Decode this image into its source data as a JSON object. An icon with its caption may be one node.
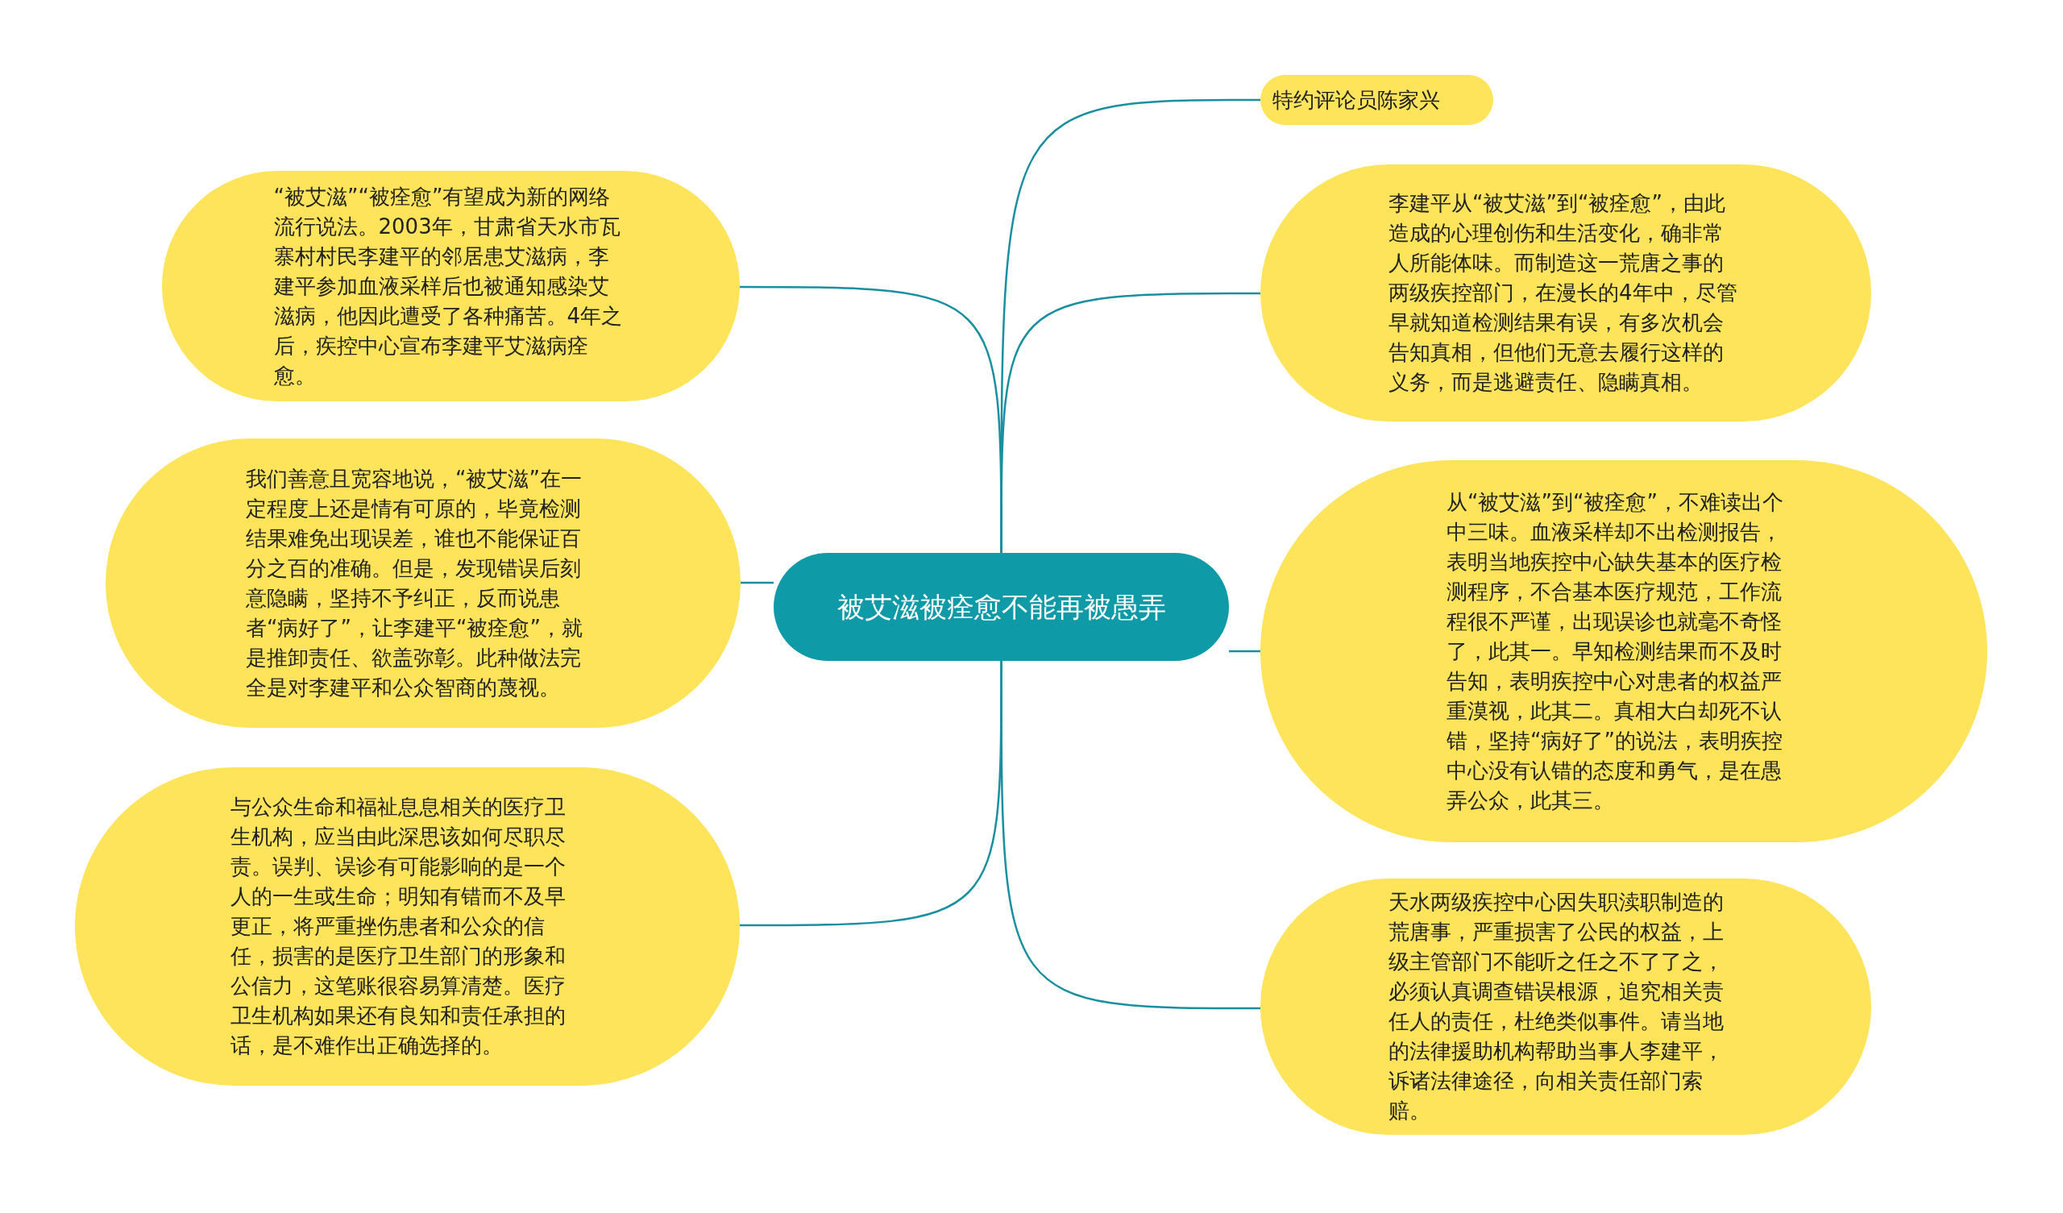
{
  "diagram": {
    "nodes": [
      {
        "text": [
          "被艾滋被痊愈不能再被愚弄"
        ]
      },
      {
        "text": [
          "“被艾滋”“被痊愈”有望成为新的网络流行说法。2003年，甘肃省天水市瓦寨村村民李建平的邻居患艾滋病，李建平参加血液采样后也被通知感染艾滋病，他因此遭受了各种痛苦。4年之后，疾控中心宣布李建平艾滋病痊愈。"
        ]
      },
      {
        "text": [
          "我们善意且宽容地说，“被艾滋”在一定程度上还是情有可原的，毕竟检测结果难免出现误差，谁也不能保证百分之百的准确。但是，发现错误后刻意隐瞒，坚持不予纠正，反而说患者“病好了”，让李建平“被痊愈”，就是推卸责任、欲盖弥彰。此种做法完全是对李建平和公众智商的蔑视。"
        ]
      },
      {
        "text": [
          "与公众生命和福祉息息相关的医疗卫生机构，应当由此深思该如何尽职尽责。误判、误诊有可能影响的是一个人的一生或生命；明知有错而不及早更正，将严重挫伤患者和公众的信任，损害的是医疗卫生部门的形象和公信力，这笔账很容易算清楚。医疗卫生机构如果还有良知和责任承担的话，是不难作出正确选择的。"
        ]
      },
      {
        "text": [
          "特约评论员陈家兴"
        ]
      },
      {
        "text": [
          "李建平从“被艾滋”到“被痊愈”，由此造成的心理创伤和生活变化，确非常人所能体味。而制造这一荒唐之事的两级疾控部门，在漫长的4年中，尽管早就知道检测结果有误，有多次机会告知真相，但他们无意去履行这样的义务，而是逃避责任、隐瞒真相。"
        ]
      },
      {
        "text": [
          "从“被艾滋”到“被痊愈”，不难读出个中三味。血液采样却不出检测报告，表明当地疾控中心缺失基本的医疗检测程序，不合基本医疗规范，工作流程很不严谨，出现误诊也就毫不奇怪了，此其一。早知检测结果而不及时告知，表明疾控中心对患者的权益严重漠视，此其二。真相大白却死不认错，坚持“病好了”的说法，表明疾控中心没有认错的态度和勇气，是在愚弄公众，此其三。"
        ]
      },
      {
        "text": [
          "天水两级疾控中心因失职渎职制造的荒唐事，严重损害了公民的权益，上级主管部门不能听之任之不了了之，必须认真调查错误根源，追究相关责任人的责任，杜绝类似事件。请当地的法律援助机构帮助当事人李建平，诉诸法律途径，向相关责任部门索赔。"
        ]
      }
    ],
    "edges": [
      {
        "from": 0,
        "to": 1,
        "arrow": "none"
      },
      {
        "from": 0,
        "to": 2,
        "arrow": "none"
      },
      {
        "from": 0,
        "to": 3,
        "arrow": "none"
      },
      {
        "from": 0,
        "to": 4,
        "arrow": "none"
      },
      {
        "from": 0,
        "to": 5,
        "arrow": "none"
      },
      {
        "from": 0,
        "to": 6,
        "arrow": "none"
      },
      {
        "from": 0,
        "to": 7,
        "arrow": "none"
      }
    ]
  }
}
